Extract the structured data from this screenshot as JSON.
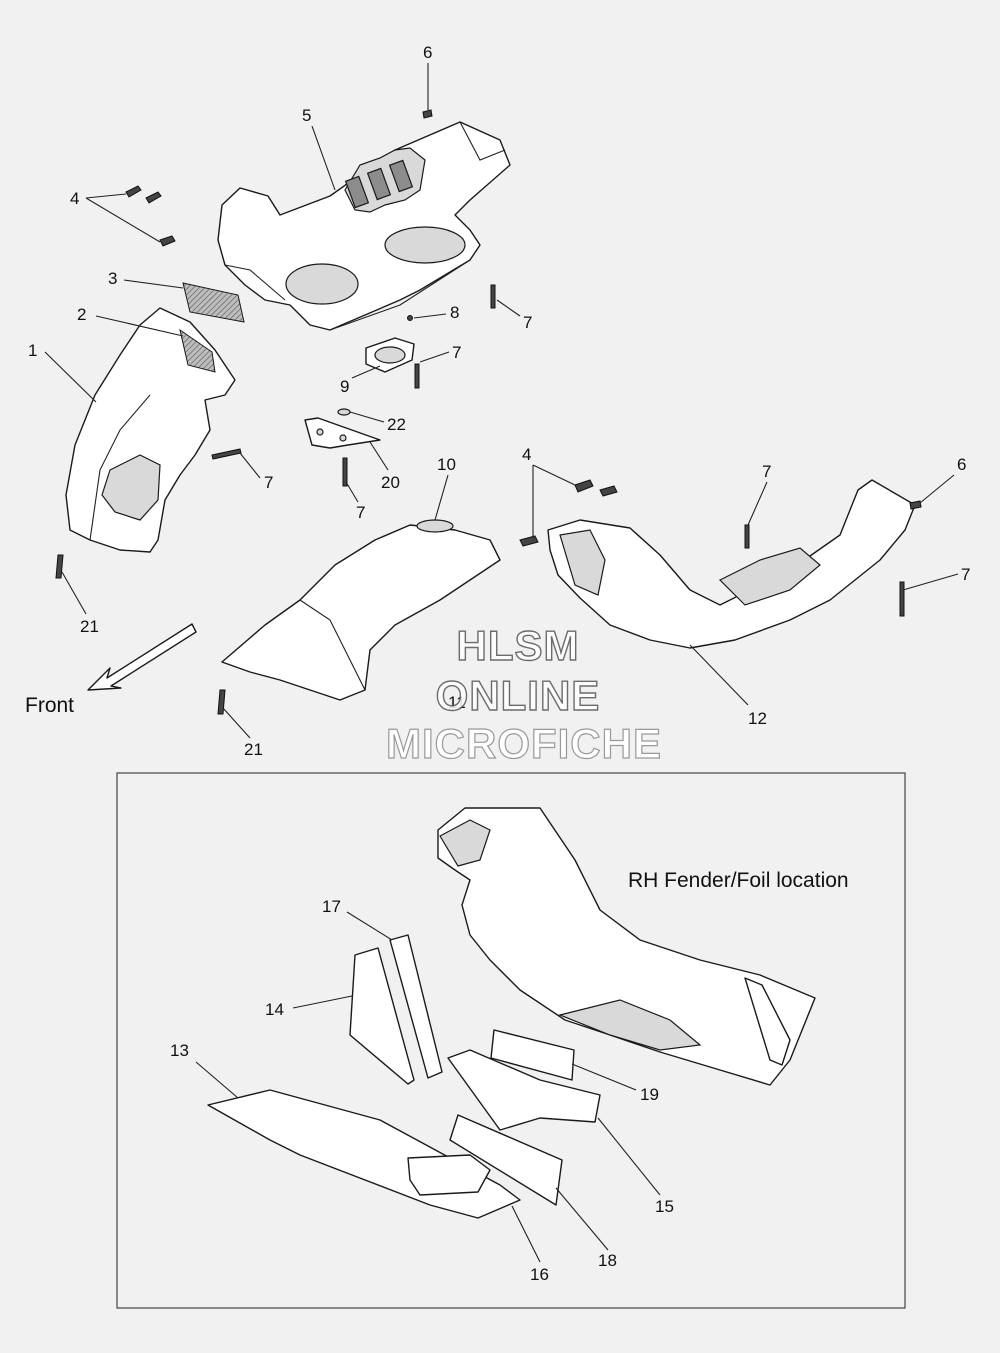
{
  "callouts": {
    "c1": "1",
    "c2": "2",
    "c3": "3",
    "c4a": "4",
    "c4b": "4",
    "c5": "5",
    "c6a": "6",
    "c6b": "6",
    "c7a": "7",
    "c7b": "7",
    "c7c": "7",
    "c7d": "7",
    "c7e": "7",
    "c7f": "7",
    "c8": "8",
    "c9": "9",
    "c10": "10",
    "c11": "11",
    "c12": "12",
    "c13": "13",
    "c14": "14",
    "c15": "15",
    "c16": "16",
    "c17": "17",
    "c18": "18",
    "c19": "19",
    "c20": "20",
    "c21a": "21",
    "c21b": "21",
    "c22": "22"
  },
  "labels": {
    "front": "Front",
    "inset_title": "RH Fender/Foil location"
  },
  "watermark": {
    "line1": "HLSM",
    "line2": "ONLINE",
    "line3": "MICROFICHE"
  },
  "colors": {
    "background": "#f1f1f1",
    "line": "#1a1a1a",
    "part_fill": "#ffffff"
  }
}
